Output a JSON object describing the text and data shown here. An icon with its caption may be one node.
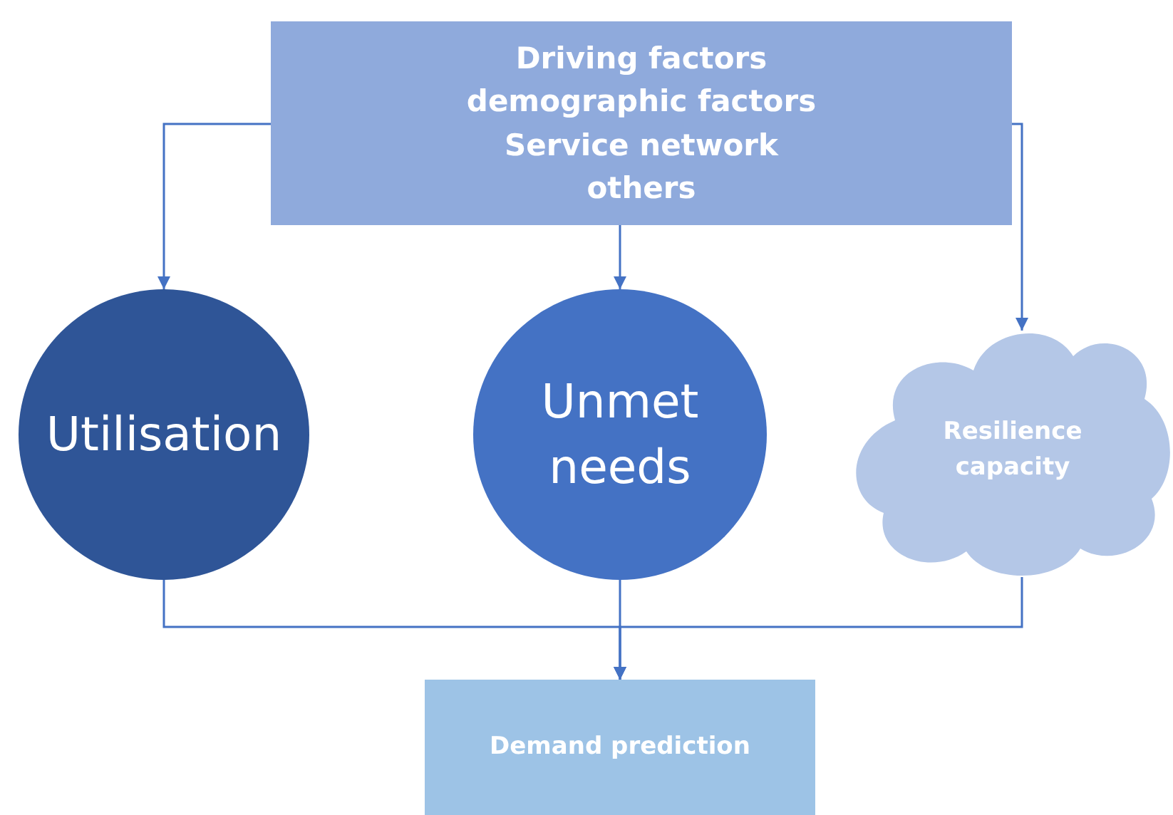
{
  "diagram": {
    "nodes": [
      {
        "text": [
          "Driving factors",
          "demographic factors",
          "Service network",
          "others"
        ]
      },
      {
        "text": [
          "Utilisation"
        ]
      },
      {
        "text": [
          "Unmet needs"
        ]
      },
      {
        "text": [
          "Resilience capacity"
        ]
      },
      {
        "text": [
          "Demand prediction"
        ]
      }
    ],
    "edges": [
      {
        "from": 0,
        "to": 1,
        "arrow": "to"
      },
      {
        "from": 0,
        "to": 2,
        "arrow": "to"
      },
      {
        "from": 0,
        "to": 3,
        "arrow": "to"
      },
      {
        "from": 1,
        "to": 4,
        "arrow": "to"
      },
      {
        "from": 2,
        "to": 4,
        "arrow": "to"
      },
      {
        "from": 3,
        "to": 4,
        "arrow": "to"
      }
    ]
  }
}
